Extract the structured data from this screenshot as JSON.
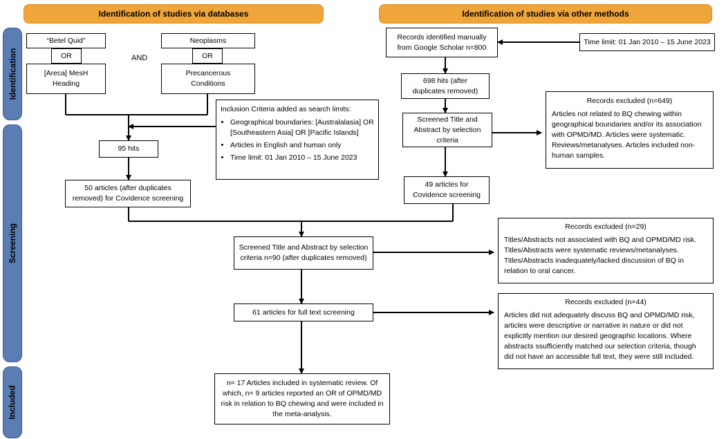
{
  "headers": {
    "left": "Identification of studies via databases",
    "right": "Identification of studies via other methods"
  },
  "phases": {
    "identification": "Identification",
    "screening": "Screening",
    "included": "Included"
  },
  "search": {
    "betel": "“Betel Quid”",
    "or_left": "OR",
    "areca": "[Areca] MesH Heading",
    "and": "AND",
    "neoplasms": "Neoplasms",
    "or_right": "OR",
    "precancerous": "Precancerous Conditions"
  },
  "inclusion": {
    "title": "Inclusion Criteria added as search limits:",
    "items": [
      "Geographical boundaries: [Australalasia] OR [Southeastern Asia] OR [Pacific Islands]",
      "Articles in English and human only",
      "Time limit: 01 Jan 2010 – 15 June 2023"
    ]
  },
  "db_flow": {
    "hits": "95 hits",
    "covidence": "50 articles (after duplicates removed) for Covidence screening"
  },
  "other_flow": {
    "manual": "Records identified manually from Google Scholar n=800",
    "time_limit": "Time limit: 01 Jan 2010 – 15 June 2023",
    "hits": "698 hits (after duplicates removed)",
    "screened": "Screened Title and Abstract by selection criteria",
    "covidence": "49 articles for Covidence screening"
  },
  "excluded_1": {
    "title": "Records excluded (n=649)",
    "body": "Articles not related to BQ chewing within geographical boundaries and/or its association with OPMD/MD. Articles were systematic. Reviews/metanalyses. Articles included non-human samples."
  },
  "main_flow": {
    "screened": "Screened Title and Abstract by selection criteria n=90 (after duplicates removed)",
    "fulltext": "61 articles for full text screening",
    "included": "n= 17 Articles included in systematic review. Of which, n= 9 articles reported an OR of OPMD/MD risk in relation to BQ chewing and were included in the meta-analysis."
  },
  "excluded_2": {
    "title": "Records excluded (n=29)",
    "body": "Titles/Abstracts not associated with BQ and OPMD/MD risk. Titles/Abstracts were systematic reviews/metanalyses. Titles/Abstracts inadequately/lacked discussion of BQ in relation to oral cancer."
  },
  "excluded_3": {
    "title": "Records excluded (n=44)",
    "body": "Articles did not adequately discuss BQ and OPMD/MD risk, articles were descriptive or narrative in nature or did not explicitly mention our desired geographic locations. Where abstracts ssufficiently matched our selection criteria, though did not have an accessible full text, they were still included."
  }
}
